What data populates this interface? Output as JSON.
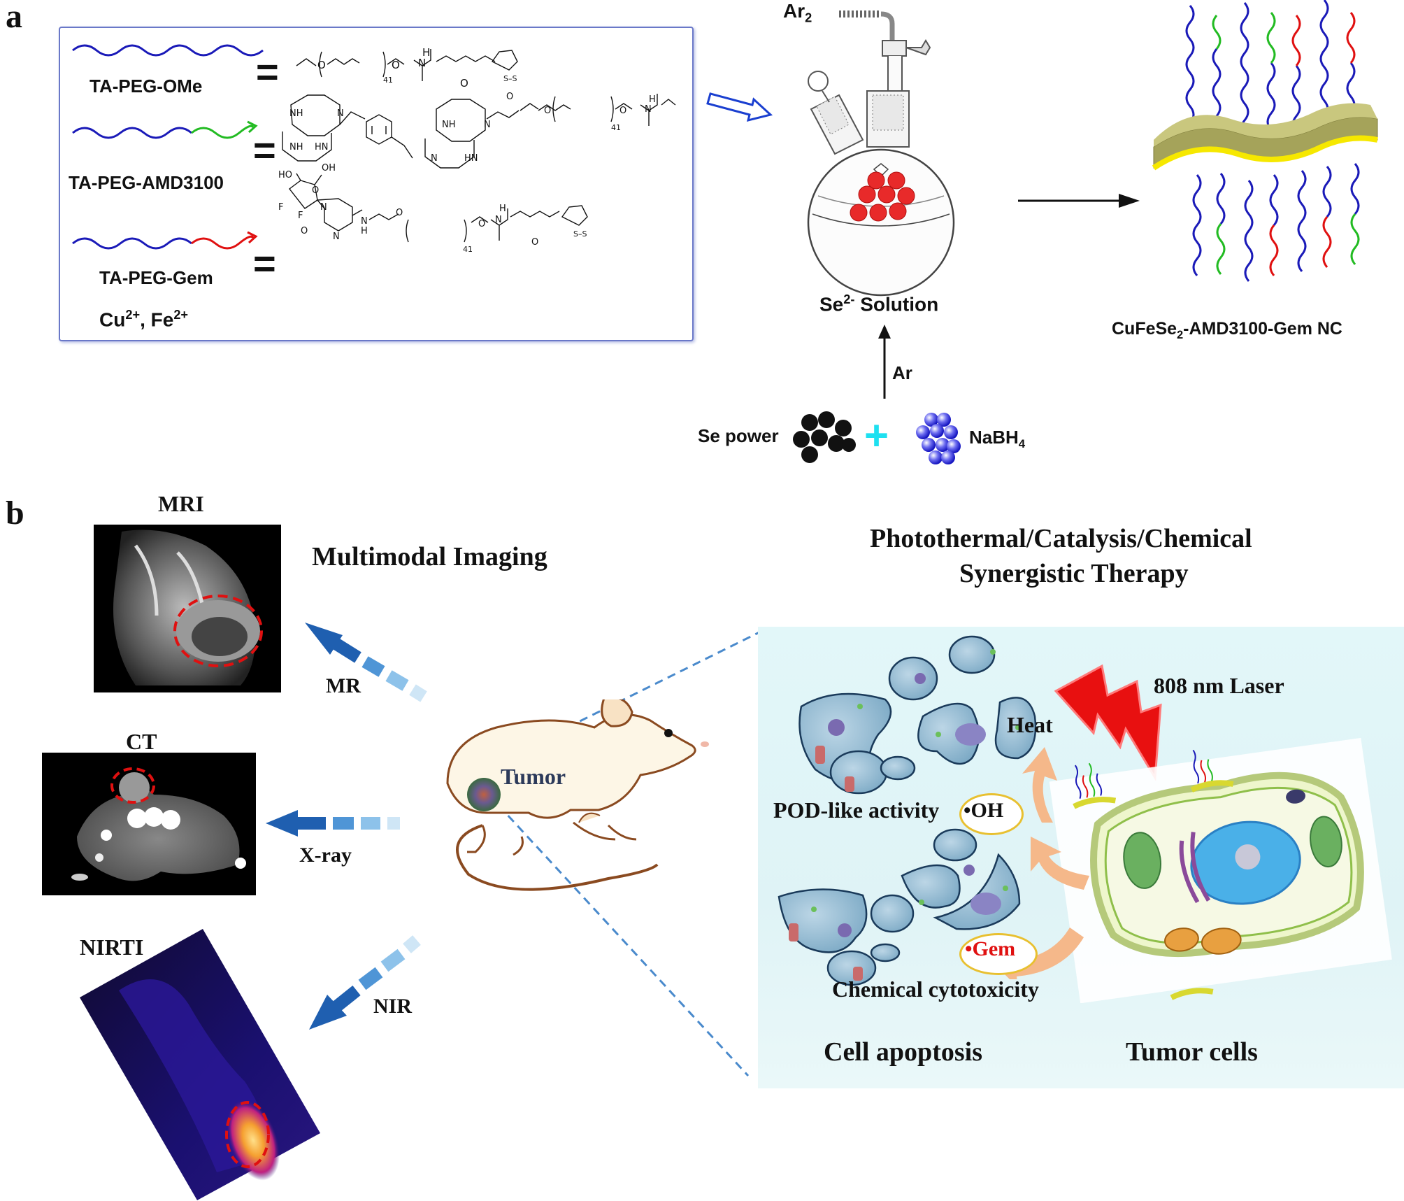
{
  "panel_a": {
    "letter": "a",
    "ligands": [
      {
        "name": "TA-PEG-OMe",
        "equals": "="
      },
      {
        "name": "TA-PEG-AMD3100",
        "equals": "="
      },
      {
        "name": "TA-PEG-Gem",
        "equals": "="
      }
    ],
    "ions_prefix": "Cu",
    "ions_sup1": "2+",
    "ions_mid": ", Fe",
    "ions_sup2": "2+",
    "chem": {
      "peg_sub": "41",
      "o": "O",
      "n": "N",
      "h": "H",
      "ss": "S–S",
      "nh": "NH",
      "hn": "HN",
      "ho": "HO",
      "oh": "OH",
      "f": "F"
    },
    "gas_top_prefix": "Ar",
    "gas_top_sub": "2",
    "solution_prefix": "Se",
    "solution_sup": "2-",
    "solution_suffix": " Solution",
    "ar_label": "Ar",
    "se_label": "Se power",
    "plus": "+",
    "nabh_prefix": "NaBH",
    "nabh_sub": "4",
    "product_prefix": "CuFeSe",
    "product_sub": "2",
    "product_suffix": "-AMD3100-Gem NC"
  },
  "panel_b": {
    "letter": "b",
    "mri": "MRI",
    "ct": "CT",
    "nirti": "NIRTI",
    "multimodal": "Multimodal Imaging",
    "arrow_mr": "MR",
    "arrow_xray": "X-ray",
    "arrow_nir": "NIR",
    "tumor": "Tumor",
    "therapy_line1": "Photothermal/Catalysis/Chemical",
    "therapy_line2": "Synergistic Therapy",
    "laser": "808 nm Laser",
    "heat": "Heat",
    "pod": "POD-like activity",
    "oh": "•OH",
    "gem": "•Gem",
    "chem_cyto": "Chemical cytotoxicity",
    "apoptosis": "Cell apoptosis",
    "tumor_cells": "Tumor cells"
  },
  "colors": {
    "peg_blue": "#1a1ab8",
    "amd_green": "#22bb22",
    "gem_red": "#e01010",
    "panel_border": "#6a78c8",
    "therapy_bg": "#e3f6f8",
    "arrow_blue": "#1f5fb0",
    "laser_red": "#e81010"
  }
}
